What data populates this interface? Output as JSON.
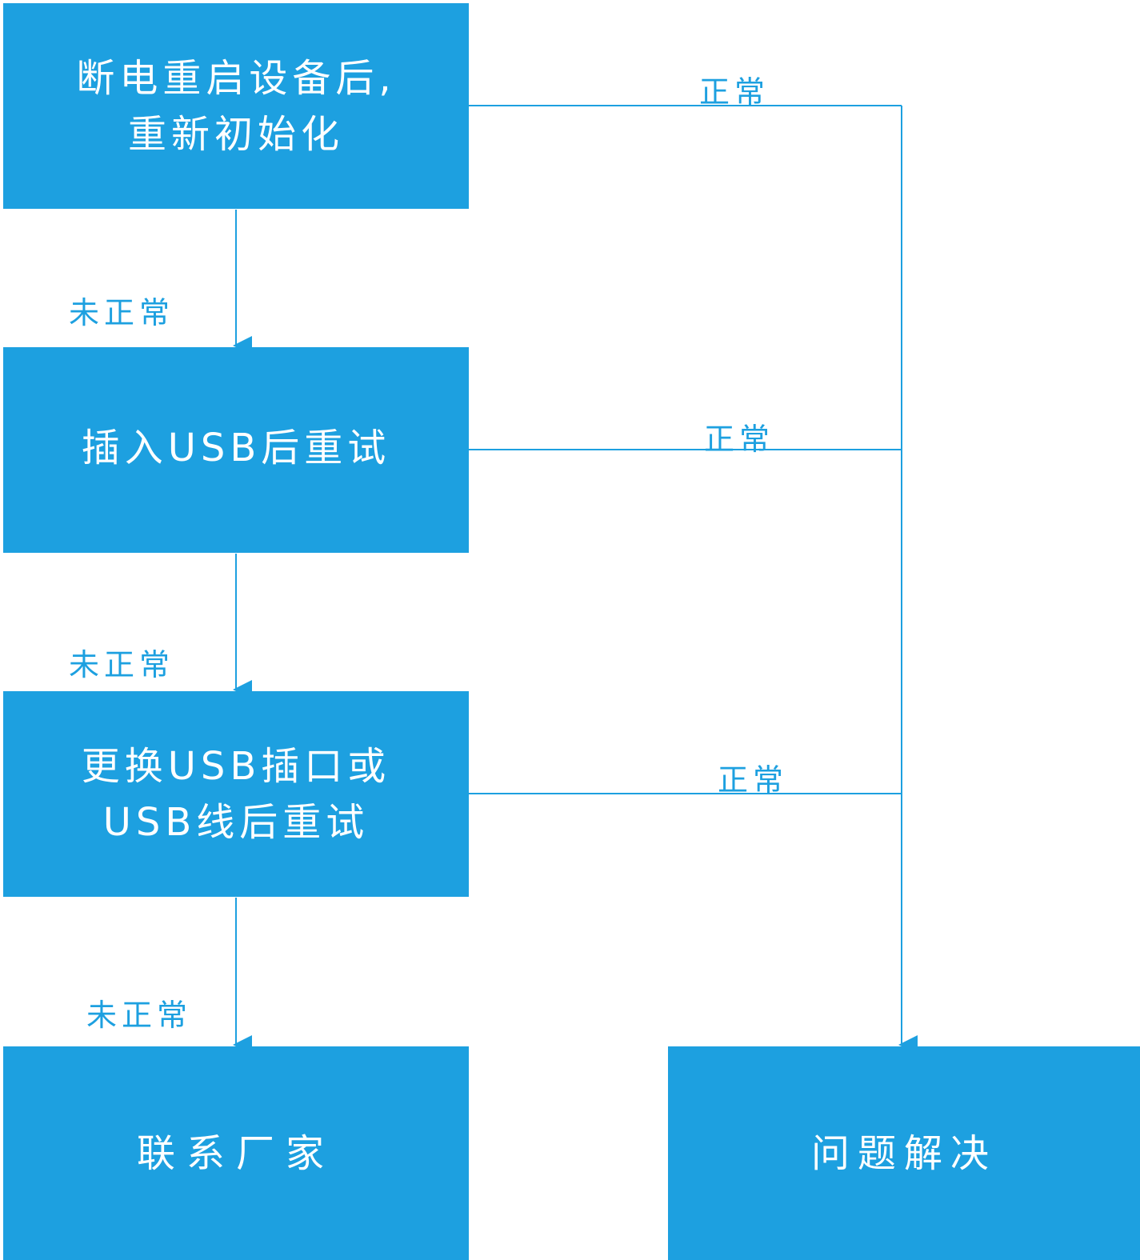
{
  "colors": {
    "box_fill": "#1da0e0",
    "box_text": "#ffffff",
    "line": "#1da0e0",
    "label": "#1da0e0"
  },
  "nodes": {
    "power_restart": {
      "line1": "断电重启设备后,",
      "line2": "重新初始化"
    },
    "usb_retry": {
      "line1": "插入USB后重试"
    },
    "swap_port": {
      "line1": "更换USB插口或",
      "line2": "USB线后重试"
    },
    "contact_vendor": {
      "line1": "联系厂家"
    },
    "resolved": {
      "line1": "问题解决"
    }
  },
  "edge_labels": {
    "ok_1": "正常",
    "ok_2": "正常",
    "ok_3": "正常",
    "fail_1": "未正常",
    "fail_2": "未正常",
    "fail_3": "未正常"
  }
}
